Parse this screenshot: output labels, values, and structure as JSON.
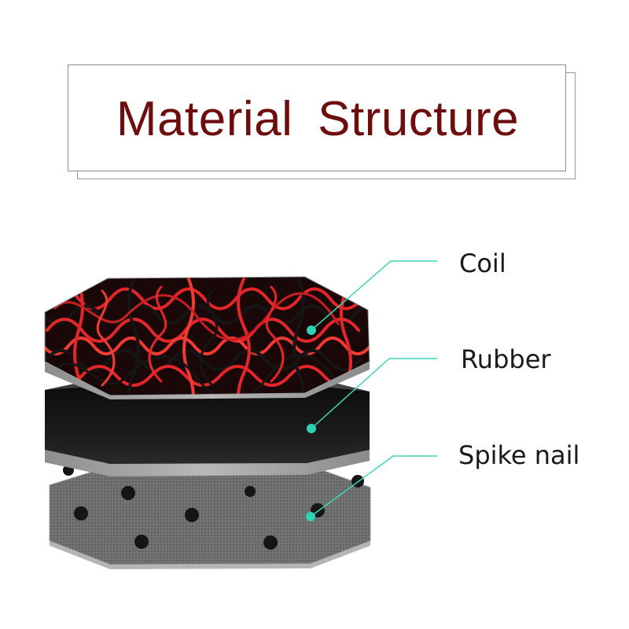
{
  "title": "Material Structure",
  "layers": [
    {
      "label": "Coil",
      "color": "#e3262a"
    },
    {
      "label": "Rubber",
      "color": "#1a1a1a"
    },
    {
      "label": "Spike nail",
      "color": "#6b6b6b"
    }
  ],
  "colors": {
    "title_text": "#6e0d0d",
    "leader_line": "#3fd6b8",
    "coil_red": "#e3262a",
    "coil_black": "#151515",
    "rubber": "#1b1b1b",
    "base_gray": "#6d6d6d"
  }
}
